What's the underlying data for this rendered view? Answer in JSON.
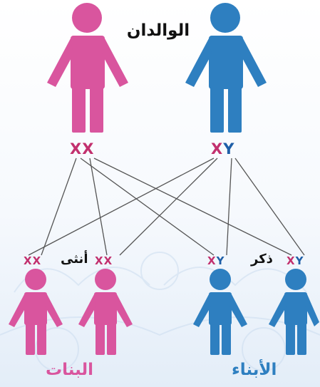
{
  "title": "الوالدان",
  "mother_chromosomes": [
    "X",
    "X"
  ],
  "father_chromosomes": [
    "X",
    "Y"
  ],
  "offspring": [
    {
      "chromosomes": [
        "X",
        "X"
      ],
      "sex": "female"
    },
    {
      "chromosomes": [
        "X",
        "X"
      ],
      "sex": "female"
    },
    {
      "chromosomes": [
        "X",
        "Y"
      ],
      "sex": "male"
    },
    {
      "chromosomes": [
        "X",
        "Y"
      ],
      "sex": "male"
    }
  ],
  "female_label": "أنثى",
  "male_label": "ذكر",
  "daughters_label": "البنات",
  "sons_label": "الأبناء",
  "colors": {
    "female": "#d9559e",
    "male": "#2e7fc0",
    "line": "#555555",
    "x_chromosome": "#c2306e",
    "y_chromosome": "#1f5fa8"
  }
}
